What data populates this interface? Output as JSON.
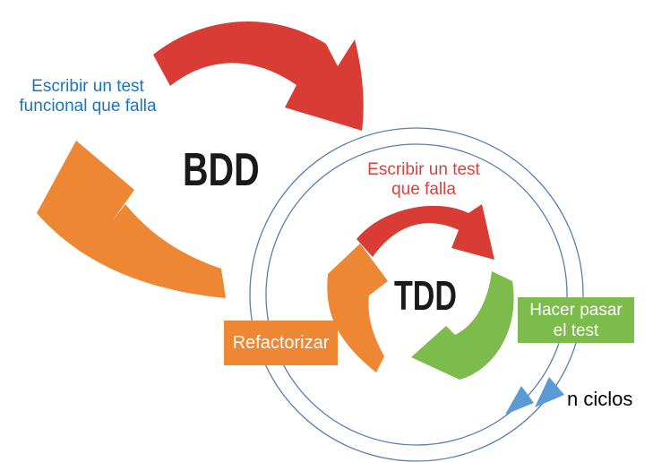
{
  "diagram": {
    "bdd": {
      "title": "BDD",
      "failing_functional_test": {
        "line1": "Escribir un test",
        "line2": "funcional que falla"
      }
    },
    "tdd": {
      "title": "TDD",
      "failing_test": {
        "line1": "Escribir un test",
        "line2": "que falla"
      },
      "pass_test": {
        "line1": "Hacer pasar",
        "line2": "el test"
      },
      "refactor": "Refactorizar"
    },
    "cycles_label": "n ciclos"
  },
  "colors": {
    "red": "#D93B35",
    "orange": "#ED8733",
    "green": "#7CBB4C",
    "blue_label": "#1B75BC",
    "red_label": "#D9423C",
    "circle_stroke": "#5580B2",
    "triangle": "#5B9BD5",
    "title_text": "#1A1A1A",
    "box_text": "#FFFFFF"
  }
}
